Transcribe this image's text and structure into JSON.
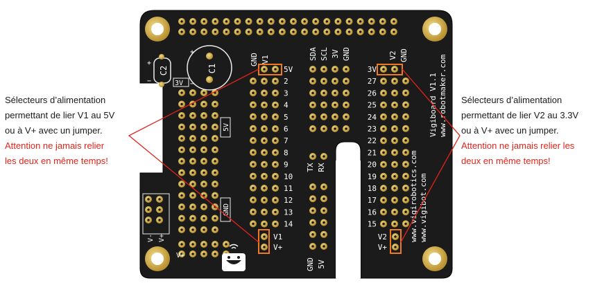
{
  "callouts": {
    "left": {
      "lines": [
        "Sélecteurs d’alimentation",
        "permettant de lier V1 au 5V",
        "ou à V+ avec un jumper."
      ],
      "warning": [
        "Attention ne jamais relier",
        "les deux en même temps!"
      ]
    },
    "right": {
      "lines": [
        "Sélecteurs d’alimentation",
        "permettant de lier V2 au 3.3V",
        "ou à V+ avec un jumper."
      ],
      "warning": [
        "Attention ne jamais relier les",
        "deux en même temps!"
      ]
    }
  },
  "board": {
    "left_caps": [
      "C2",
      "C1"
    ],
    "small_labels": {
      "three_v": "3V",
      "five_v": "5V",
      "gnd": "GND",
      "v_minus": "V-",
      "v_plus": "V+"
    },
    "v1_header": {
      "gnd": "GND",
      "v1": "V1"
    },
    "v1_numbers": [
      "5V",
      "2",
      "3",
      "4",
      "5",
      "6",
      "7",
      "8",
      "9",
      "10",
      "11",
      "12",
      "13",
      "14"
    ],
    "v1_bottom": [
      "V1",
      "V+"
    ],
    "middle_header": [
      "SDA",
      "SCL",
      "3V",
      "GND"
    ],
    "txrx": [
      "TX",
      "RX"
    ],
    "middle_bottom": [
      "GND",
      "5V"
    ],
    "v2_header": {
      "v2": "V2",
      "gnd": "GND"
    },
    "v2_numbers": [
      "3V",
      "27",
      "26",
      "25",
      "24",
      "23",
      "22",
      "21",
      "20",
      "19",
      "18",
      "17",
      "16",
      "15"
    ],
    "v2_bottom": [
      "V2",
      "V+"
    ],
    "side_text": [
      "Vigiboard V1.1",
      "www.robotmaker.com",
      "www.vigibot.com",
      "www.vigirobotics.com"
    ]
  },
  "colors": {
    "warning": "#e2231a",
    "highlight": "#f07a1f",
    "board": "#1b1b1b",
    "pad": "#d9b24a"
  }
}
